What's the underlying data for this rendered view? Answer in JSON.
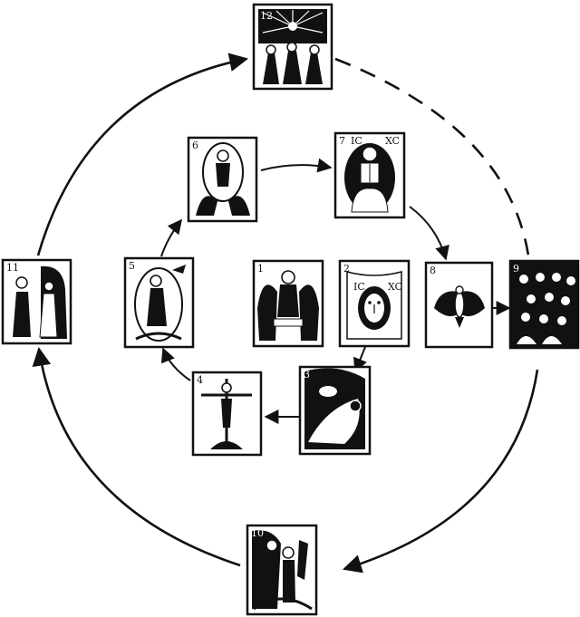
{
  "diagram": {
    "icons": [
      {
        "id": "1",
        "label": "1",
        "subject": "trinity-angels"
      },
      {
        "id": "2",
        "label": "2",
        "subject": "holy-face",
        "inscription": [
          "IC",
          "XC"
        ]
      },
      {
        "id": "3",
        "label": "3",
        "subject": "nativity"
      },
      {
        "id": "4",
        "label": "4",
        "subject": "crucifixion"
      },
      {
        "id": "5",
        "label": "5",
        "subject": "resurrection"
      },
      {
        "id": "6",
        "label": "6",
        "subject": "ascension"
      },
      {
        "id": "7",
        "label": "7",
        "subject": "christ-enthroned",
        "inscription": [
          "IC",
          "XC"
        ]
      },
      {
        "id": "8",
        "label": "8",
        "subject": "holy-spirit-dove"
      },
      {
        "id": "9",
        "label": "9",
        "subject": "pentecost"
      },
      {
        "id": "10",
        "label": "10",
        "subject": "baptism"
      },
      {
        "id": "11",
        "label": "11",
        "subject": "meeting"
      },
      {
        "id": "12",
        "label": "12",
        "subject": "glory-in-heaven"
      }
    ],
    "connections": [
      {
        "from": "2",
        "to": "3",
        "style": "solid"
      },
      {
        "from": "3",
        "to": "4",
        "style": "solid"
      },
      {
        "from": "4",
        "to": "5",
        "style": "solid"
      },
      {
        "from": "5",
        "to": "6",
        "style": "solid"
      },
      {
        "from": "6",
        "to": "7",
        "style": "solid"
      },
      {
        "from": "7",
        "to": "8",
        "style": "solid"
      },
      {
        "from": "8",
        "to": "9",
        "style": "solid"
      },
      {
        "from": "9",
        "to": "10",
        "style": "solid"
      },
      {
        "from": "10",
        "to": "11",
        "style": "solid"
      },
      {
        "from": "11",
        "to": "12",
        "style": "solid"
      },
      {
        "from": "12",
        "to": "9",
        "style": "dashed"
      }
    ],
    "colors": {
      "ink": "#111111",
      "paper": "#ffffff"
    }
  }
}
